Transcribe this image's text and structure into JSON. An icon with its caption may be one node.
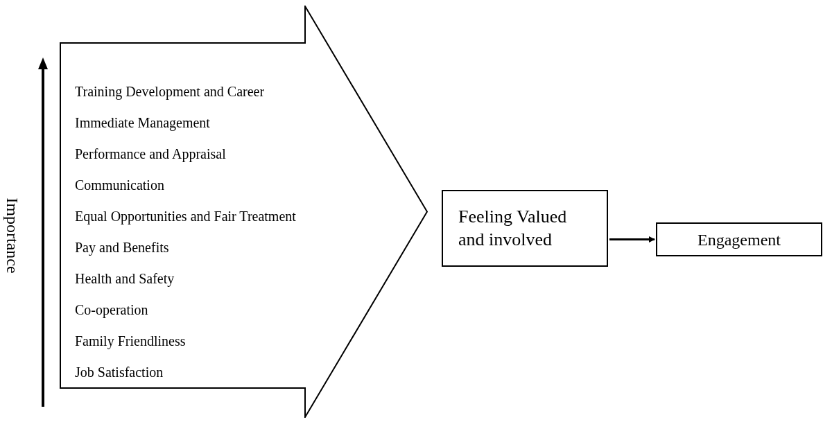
{
  "diagram": {
    "nodes": [
      {
        "text": [
          "Training Development and Career",
          "Immediate Management",
          "Performance and Appraisal",
          "Communication",
          "Equal Opportunities and Fair Treatment",
          "Pay and Benefits",
          "Health and Safety",
          "Co-operation",
          "Family Friendliness",
          "Job Satisfaction"
        ]
      },
      {
        "text": [
          "Feeling Valued and involved"
        ]
      },
      {
        "text": [
          "Engagement"
        ]
      }
    ],
    "edges": [
      {
        "from": 1,
        "to": 2,
        "arrow": "to"
      }
    ],
    "labels": [
      "Importance"
    ]
  }
}
